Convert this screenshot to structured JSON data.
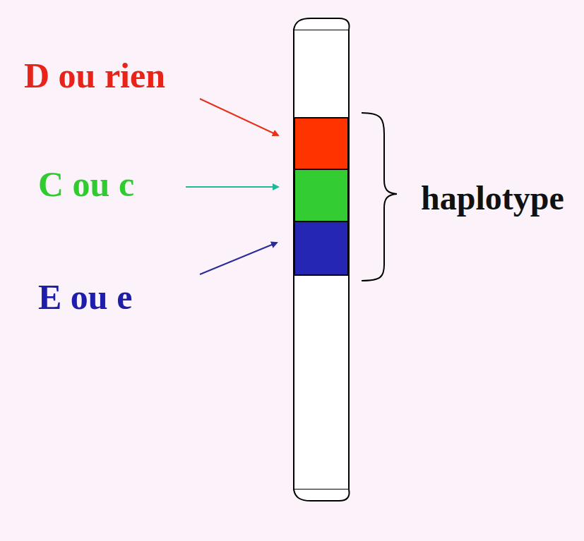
{
  "diagram": {
    "labels": [
      "D ou rien",
      "C ou c",
      "E ou e",
      "haplotype"
    ]
  }
}
